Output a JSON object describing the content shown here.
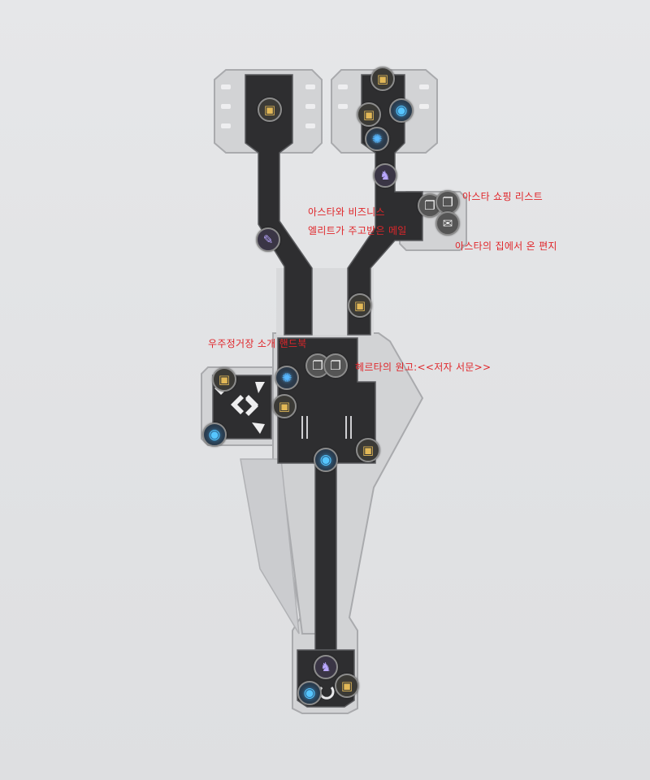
{
  "map": {
    "labels": {
      "shopping_list": "아스타 쇼핑 리스트",
      "business_line1": "아스타와 비즈니스",
      "business_line2": "엘리트가 주고받은 메일",
      "letter_home": "아스타의 집에서 온 편지",
      "intro_handbook": "우주정거장 소개 핸드북",
      "manuscript": "헤르타의 원고:<<저자 서문>>"
    },
    "markers": [
      {
        "type": "chest",
        "icon": "treasure-chest-icon"
      },
      {
        "type": "teleport",
        "icon": "space-anchor-icon"
      },
      {
        "type": "readable",
        "icon": "readable-book-icon"
      },
      {
        "type": "npc",
        "icon": "npc-icon"
      },
      {
        "type": "puzzle",
        "icon": "puzzle-icon"
      }
    ],
    "colors": {
      "label_text": "#e0262a",
      "floor": "#2f2f31",
      "room_light": "#d4d5d7",
      "outline": "#b9babd",
      "chest": "#e2b857",
      "teleport": "#56c6ff"
    }
  }
}
